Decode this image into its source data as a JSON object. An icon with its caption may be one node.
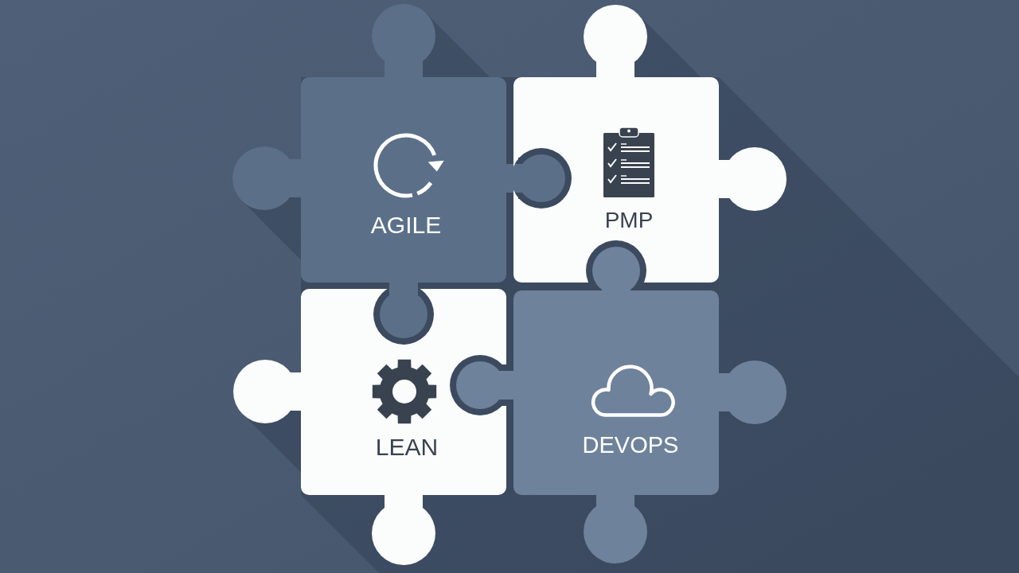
{
  "diagram": {
    "nodes": [
      {
        "text": [
          "AGILE"
        ]
      },
      {
        "text": [
          "PMP"
        ]
      },
      {
        "text": [
          "LEAN"
        ]
      },
      {
        "text": [
          "DEVOPS"
        ]
      }
    ]
  }
}
